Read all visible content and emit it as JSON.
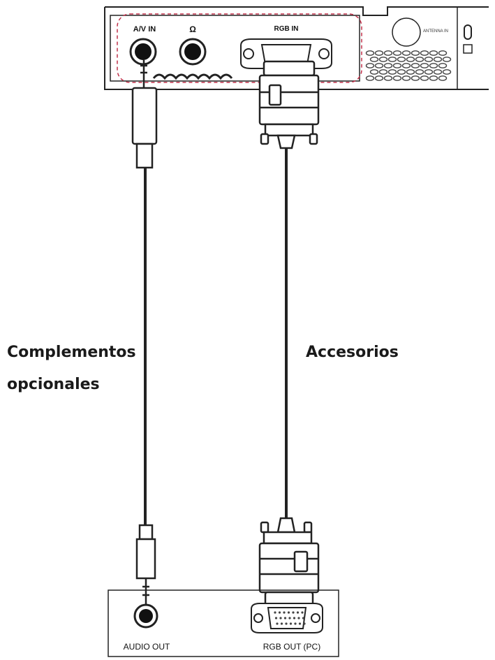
{
  "tv_panel": {
    "port_av_in": "A/V IN",
    "port_headphone_symbol": "Ω",
    "port_rgb_in": "RGB IN",
    "antenna_label": "ANTENNA IN"
  },
  "pc_panel": {
    "port_audio_out": "AUDIO OUT",
    "port_rgb_out": "RGB OUT (PC)"
  },
  "labels": {
    "left_line1": "Complementos",
    "left_line2": "opcionales",
    "right": "Accesorios"
  },
  "colors": {
    "line": "#222222",
    "dashed_border": "#c0304a",
    "fill": "#ffffff",
    "text": "#1a1a1a"
  }
}
